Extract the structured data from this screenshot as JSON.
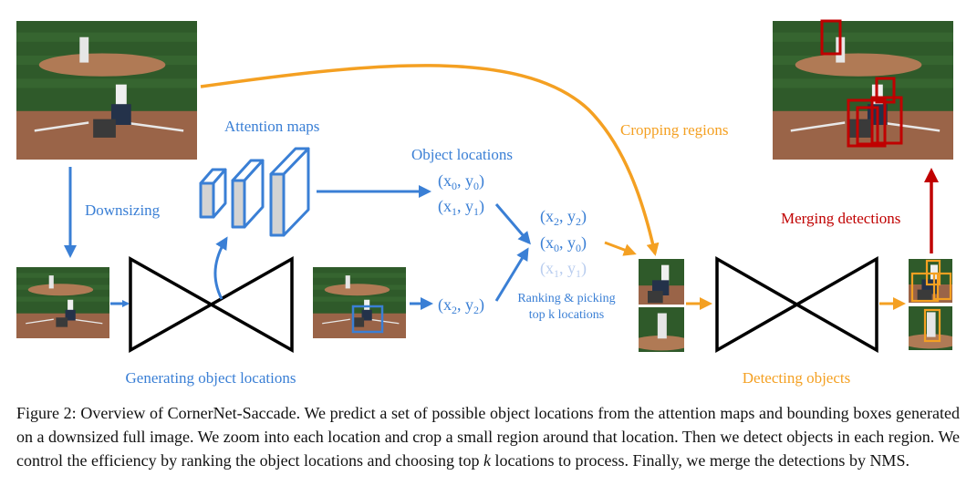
{
  "labels": {
    "downsizing": "Downsizing",
    "attention_maps": "Attention maps",
    "object_locations": "Object locations",
    "cropping_regions": "Cropping regions",
    "merging_detections": "Merging detections",
    "ranking": [
      "Ranking & picking",
      "top k locations"
    ],
    "generating": "Generating object locations",
    "detecting": "Detecting objects"
  },
  "coords": {
    "loc_0": {
      "name": "x",
      "sub": "0",
      "name2": "y",
      "sub2": "0"
    },
    "loc_1": {
      "name": "x",
      "sub": "1",
      "name2": "y",
      "sub2": "1"
    },
    "loc_2": {
      "name": "x",
      "sub": "2",
      "name2": "y",
      "sub2": "2"
    },
    "rank_2": {
      "name": "x",
      "sub": "2",
      "name2": "y",
      "sub2": "2"
    },
    "rank_0": {
      "name": "x",
      "sub": "0",
      "name2": "y",
      "sub2": "0"
    },
    "rank_1": {
      "name": "x",
      "sub": "1",
      "name2": "y",
      "sub2": "1"
    }
  },
  "caption": {
    "part1": "Figure 2: Overview of CornerNet-Saccade. We predict a set of possible object locations from the attention maps and bounding boxes generated on a downsized full image. We zoom into each location and crop a small region around that location. Then we detect objects in each region. We control the efficiency by ranking the object locations and choosing top ",
    "k": "k",
    "part2": " locations to process. Finally, we merge the detections by NMS."
  },
  "colors": {
    "blue": "#3a7fd5",
    "orange": "#f4a022",
    "red": "#c00000",
    "faded": "#b9cdef",
    "field": "#2f5a2a",
    "dirt": "#a06a4a"
  }
}
